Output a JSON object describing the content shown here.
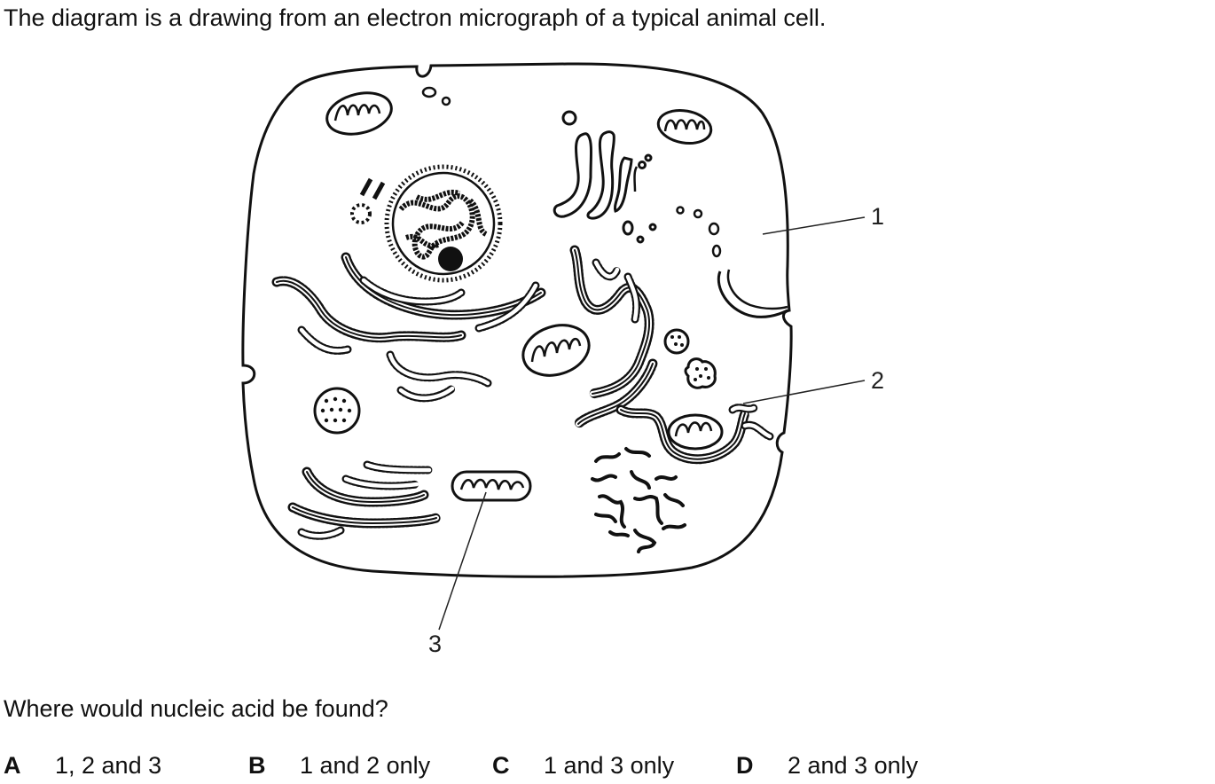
{
  "intro_text": "The diagram is a drawing from an electron micrograph of a typical animal cell.",
  "diagram": {
    "labels": [
      "1",
      "2",
      "3"
    ]
  },
  "question_text": "Where would nucleic acid be found?",
  "options": [
    {
      "letter": "A",
      "text": "1, 2 and 3"
    },
    {
      "letter": "B",
      "text": "1 and 2 only"
    },
    {
      "letter": "C",
      "text": "1 and 3 only"
    },
    {
      "letter": "D",
      "text": "2 and 3 only"
    }
  ]
}
